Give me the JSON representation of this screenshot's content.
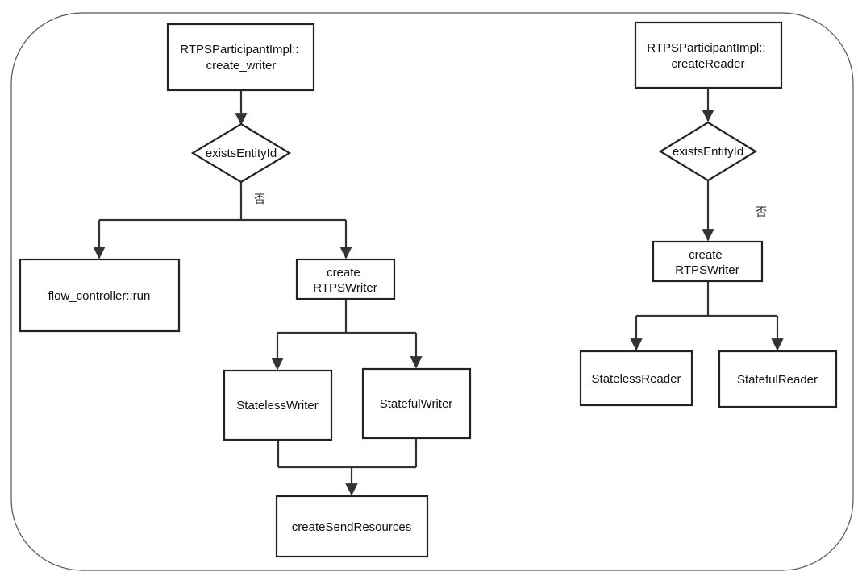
{
  "colors": {
    "stroke": "#222222",
    "edge": "#333333",
    "background": "#ffffff",
    "text": "#111111"
  },
  "writer_flow": {
    "start": [
      "RTPSParticipantImpl::",
      "create_writer"
    ],
    "decision": "existsEntityId",
    "no_label": "否",
    "flow_controller": "flow_controller::run",
    "create_writer": [
      "create",
      "RTPSWriter"
    ],
    "stateless_writer": "StatelessWriter",
    "stateful_writer": "StatefulWriter",
    "send_resources": "createSendResources"
  },
  "reader_flow": {
    "start": [
      "RTPSParticipantImpl::",
      "createReader"
    ],
    "decision": "existsEntityId",
    "no_label": "否",
    "create_writer": [
      "create",
      "RTPSWriter"
    ],
    "stateless_reader": "StatelessReader",
    "stateful_reader": "StatefulReader"
  }
}
